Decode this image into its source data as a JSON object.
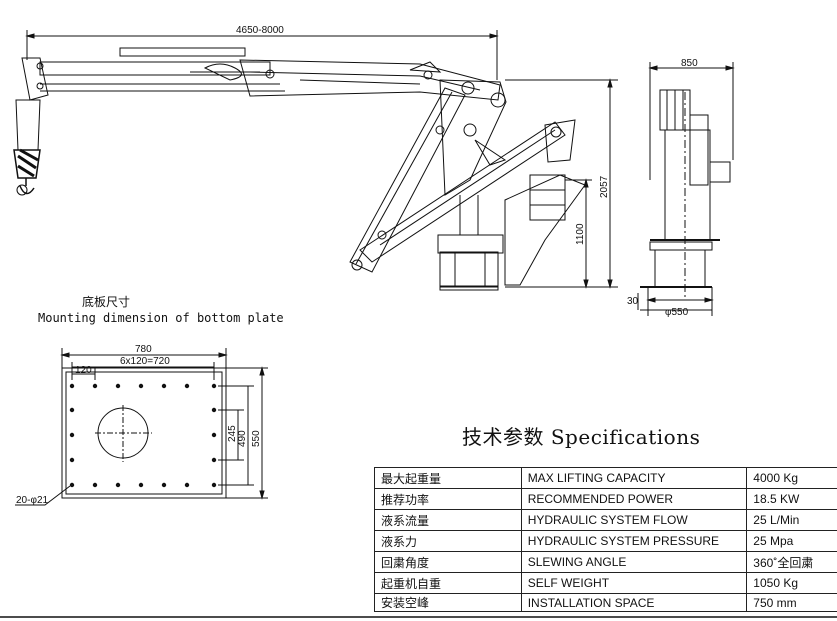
{
  "crane_drawing": {
    "reach_dim": "4650-8000",
    "height_dim": "2057",
    "column_height_dim": "1100"
  },
  "side_view": {
    "width_dim": "850",
    "base_dim": "30",
    "column_dia_dim": "φ550"
  },
  "plate": {
    "title_cn": "底板尺寸",
    "title_en": "Mounting dimension of bottom plate",
    "width_dim": "780",
    "bolt_spacing_dim": "6x120=720",
    "first_spacing_dim": "120",
    "inner_height_dim": "245",
    "bolt_height_dim": "490",
    "height_dim": "550",
    "hole_dim": "20-φ21"
  },
  "specs": {
    "title": "技术参数 Specifications",
    "rows": [
      {
        "cn": "最大起重量",
        "en": "MAX LIFTING CAPACITY",
        "value": "4000 Kg"
      },
      {
        "cn": "推荐功率",
        "en": "RECOMMENDED POWER",
        "value": "18.5 KW"
      },
      {
        "cn": "液系流量",
        "en": "HYDRAULIC SYSTEM FLOW",
        "value": "25 L/Min"
      },
      {
        "cn": "液系力",
        "en": "HYDRAULIC SYSTEM PRESSURE",
        "value": "25 Mpa"
      },
      {
        "cn": "回粛角度",
        "en": "SLEWING ANGLE",
        "value": "360˚全回粛"
      },
      {
        "cn": "起重机自重",
        "en": "SELF WEIGHT",
        "value": "1050 Kg"
      },
      {
        "cn": "安装空峰",
        "en": "INSTALLATION SPACE",
        "value": "750 mm"
      }
    ]
  }
}
